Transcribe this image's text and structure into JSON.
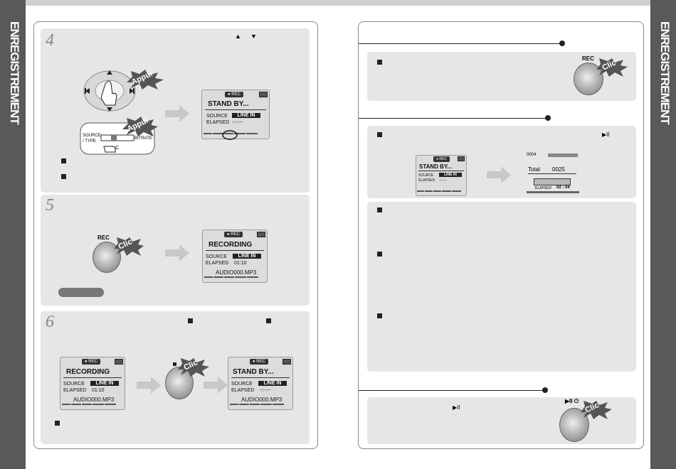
{
  "sidebar": {
    "left_title": "ENREGISTREMENT",
    "right_title": "ENREGISTREMENT"
  },
  "steps": {
    "four": "4",
    "five": "5",
    "six": "6"
  },
  "labels": {
    "appui": "Appui",
    "clic": "Clic",
    "rec": "REC",
    "source_type": "SOURCE / TYPE",
    "bitrate": "BITRATE",
    "c_letter": "C"
  },
  "screen_standby": {
    "badge": "● REC",
    "title": "STAND BY...",
    "source_label": "SOURCE",
    "source_value": "LINE IN",
    "elapsed_label": "ELAPSED",
    "elapsed_value": "-:--:--"
  },
  "screen_recording": {
    "badge": "● REC",
    "title": "RECORDING",
    "source_label": "SOURCE",
    "source_value": "LINE IN",
    "elapsed_label": "ELAPSED",
    "elapsed_value": "01:10",
    "filename": "AUDIO000.MP3"
  },
  "screen_standby_after": {
    "badge": "● REC",
    "title": "STAND BY...",
    "source_label": "SOURCE",
    "source_value": "LINE IN",
    "elapsed_label": "ELAPSED",
    "elapsed_value": "-:--:--",
    "filename": "AUDIO000.MP3"
  },
  "screen_play": {
    "track": "0004",
    "total_label": "Total",
    "total_value": "0025",
    "elapsed_label": "ELAPSED",
    "elapsed_value": "02 : 04"
  },
  "icons": {
    "up": "▲",
    "down": "▼",
    "play_pause": "▶II",
    "stop_square": "■"
  }
}
